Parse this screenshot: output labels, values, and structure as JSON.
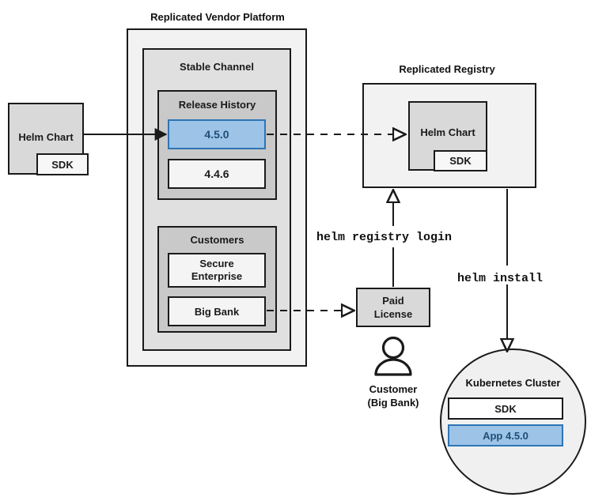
{
  "diagram": {
    "title_vendor_platform": "Replicated Vendor Platform",
    "title_registry": "Replicated Registry",
    "vendor_platform": {
      "stable_channel": {
        "label": "Stable Channel",
        "release_history": {
          "label": "Release History",
          "releases": [
            {
              "version": "4.5.0",
              "highlighted": true
            },
            {
              "version": "4.4.6",
              "highlighted": false
            }
          ]
        },
        "customers": {
          "label": "Customers",
          "items": [
            {
              "name": "Secure\nEnterprise",
              "line1": "Secure",
              "line2": "Enterprise"
            },
            {
              "name": "Big Bank",
              "line1": "Big Bank",
              "line2": ""
            }
          ]
        }
      }
    },
    "source_chart": {
      "label": "Helm Chart",
      "sdk_label": "SDK"
    },
    "registry_chart": {
      "label": "Helm Chart",
      "sdk_label": "SDK"
    },
    "paid_license": {
      "line1": "Paid",
      "line2": "License"
    },
    "customer_actor": {
      "icon": "person-icon",
      "line1": "Customer",
      "line2": "(Big Bank)"
    },
    "cluster": {
      "label": "Kubernetes Cluster",
      "sdk_label": "SDK",
      "app_label": "App 4.5.0"
    },
    "commands": {
      "registry_login": "helm registry login",
      "install": "helm install"
    },
    "colors": {
      "highlight_fill": "#9DC3E6",
      "highlight_border": "#2E75B6",
      "highlight_text": "#1F4E79",
      "panel_outer": "#F2F2F2",
      "panel_mid": "#E0E0E0",
      "panel_inner": "#C9C9C9",
      "box_light": "#F4F4F4",
      "box_gray": "#D9D9D9",
      "stroke": "#1A1A1A"
    }
  }
}
